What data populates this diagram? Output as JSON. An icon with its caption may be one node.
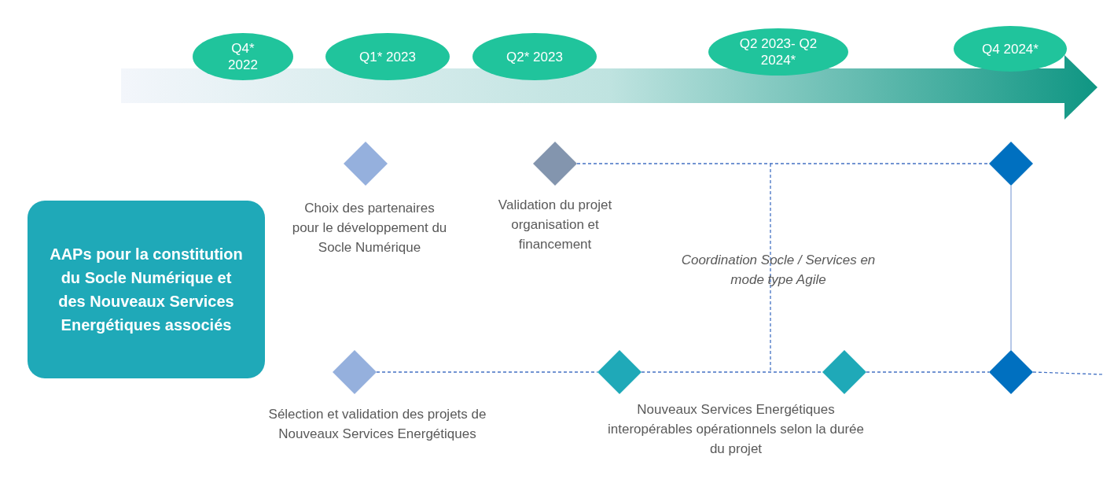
{
  "diagram": {
    "nodes": [
      {
        "text": [
          "Q4* 2022"
        ]
      },
      {
        "text": [
          "Q1* 2023"
        ]
      },
      {
        "text": [
          "Q2* 2023"
        ]
      },
      {
        "text": [
          "Q2 2023- Q2 2024*"
        ]
      },
      {
        "text": [
          "Q4 2024*"
        ]
      },
      {
        "text": [
          "AAPs pour la constitution du Socle Numérique et des Nouveaux Services Energétiques associés"
        ]
      },
      {
        "text": [],
        "shape": "diamond",
        "beside": [
          "Choix des partenaires pour le développement du Socle Numérique"
        ]
      },
      {
        "text": [],
        "shape": "diamond",
        "beside": [
          "Validation du projet organisation et financement"
        ]
      },
      {
        "text": [],
        "shape": "diamond"
      },
      {
        "text": [],
        "shape": "diamond",
        "beside": [
          "Sélection et validation des projets de Nouveaux Services Energétiques"
        ]
      },
      {
        "text": [],
        "shape": "diamond"
      },
      {
        "text": [],
        "shape": "diamond"
      },
      {
        "text": [],
        "shape": "diamond"
      }
    ],
    "edges": [
      {
        "from": 7,
        "to": 8,
        "arrow": "none",
        "style": "dashed"
      },
      {
        "from": 8,
        "to": 12,
        "arrow": "none",
        "color": "#8faadc"
      },
      {
        "from": 9,
        "to": 10,
        "arrow": "none",
        "style": "dashed"
      },
      {
        "from": 10,
        "to": 11,
        "arrow": "none",
        "style": "dashed"
      },
      {
        "from": 11,
        "to": 12,
        "arrow": "none",
        "style": "dashed"
      },
      {
        "from": 12,
        "to": null,
        "arrow": "none",
        "style": "dashed"
      }
    ],
    "labels": [
      "Coordination Socle / Services en mode type Agile",
      "Nouveaux Services Energétiques interopérables opérationnels selon la durée du projet"
    ]
  }
}
